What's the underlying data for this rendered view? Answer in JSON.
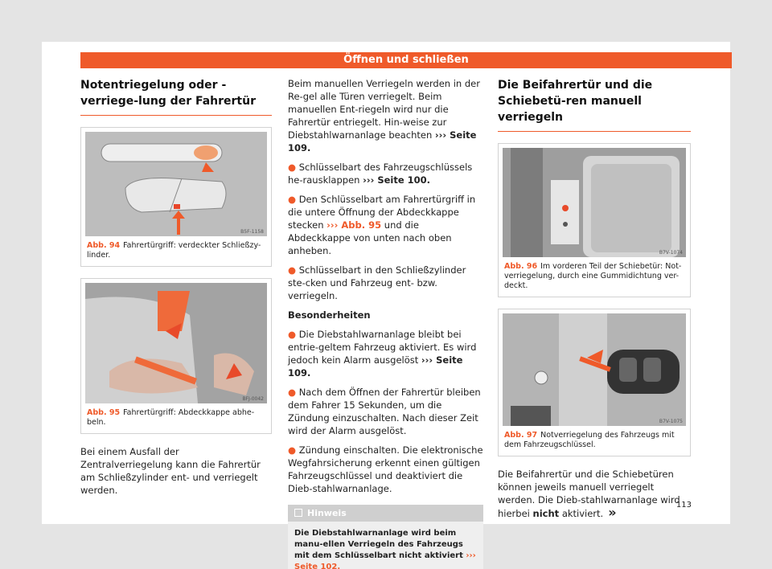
{
  "header": {
    "title": "Öffnen und schließen"
  },
  "col1": {
    "heading": "Notentriegelung oder -verriege-lung der Fahrertür",
    "fig94": {
      "label": "Abb. 94",
      "caption": "Fahrertürgriff: verdeckter Schließzy-linder.",
      "code": "B5F-1158"
    },
    "fig95": {
      "label": "Abb. 95",
      "caption": "Fahrertürgriff: Abdeckkappe abhe-beln.",
      "code": "BFJ-0042"
    },
    "text": "Bei einem Ausfall der Zentralverriegelung kann die Fahrertür am Schließzylinder ent- und verriegelt werden."
  },
  "col2": {
    "intro": "Beim manuellen Verriegeln werden in der Re-gel alle Türen verriegelt. Beim manuellen Ent-riegeln wird nur die Fahrertür entriegelt. Hin-weise zur Diebstahlwarnanlage beachten",
    "intro_ref": "››› Seite 109.",
    "b1": "Schlüsselbart des Fahrzeugschlüssels he-rausklappen",
    "b1_ref": "››› Seite 100.",
    "b2": "Den Schlüsselbart am Fahrertürgriff in die untere Öffnung der Abdeckkappe stecken",
    "b2_ref": "››› Abb. 95",
    "b2_end": "und die Abdeckkappe von unten nach oben anheben.",
    "b3": "Schlüsselbart in den Schließzylinder ste-cken und Fahrzeug ent- bzw. verriegeln.",
    "subhead": "Besonderheiten",
    "b4": "Die Diebstahlwarnanlage bleibt bei entrie-geltem Fahrzeug aktiviert. Es wird jedoch kein Alarm ausgelöst",
    "b4_ref": "››› Seite 109.",
    "b5": "Nach dem Öffnen der Fahrertür bleiben dem Fahrer 15 Sekunden, um die Zündung einzuschalten. Nach dieser Zeit wird der Alarm ausgelöst.",
    "b6": "Zündung einschalten. Die elektronische Wegfahrsicherung erkennt einen gültigen Fahrzeugschlüssel und deaktiviert die Dieb-stahlwarnanlage.",
    "hinweis_title": "Hinweis",
    "hinweis_body": "Die Diebstahlwarnanlage wird beim manu-ellen Verriegeln des Fahrzeugs mit dem Schlüsselbart nicht aktiviert",
    "hinweis_ref": "››› Seite 102."
  },
  "col3": {
    "heading": "Die Beifahrertür und die Schiebetü-ren manuell verriegeln",
    "fig96": {
      "label": "Abb. 96",
      "caption": "Im vorderen Teil der Schiebetür: Not-verriegelung, durch eine Gummidichtung ver-deckt.",
      "code": "B7V-1074"
    },
    "fig97": {
      "label": "Abb. 97",
      "caption": "Notverriegelung des Fahrzeugs mit dem Fahrzeugschlüssel.",
      "code": "B7V-1075"
    },
    "text": "Die Beifahrertür und die Schiebetüren können jeweils manuell verriegelt werden. Die Dieb-stahlwarnanlage wird hierbei",
    "text_bold": "nicht",
    "text_end": "aktiviert.",
    "continue": "»"
  },
  "page_number": "113",
  "colors": {
    "accent": "#ef5a2a"
  }
}
